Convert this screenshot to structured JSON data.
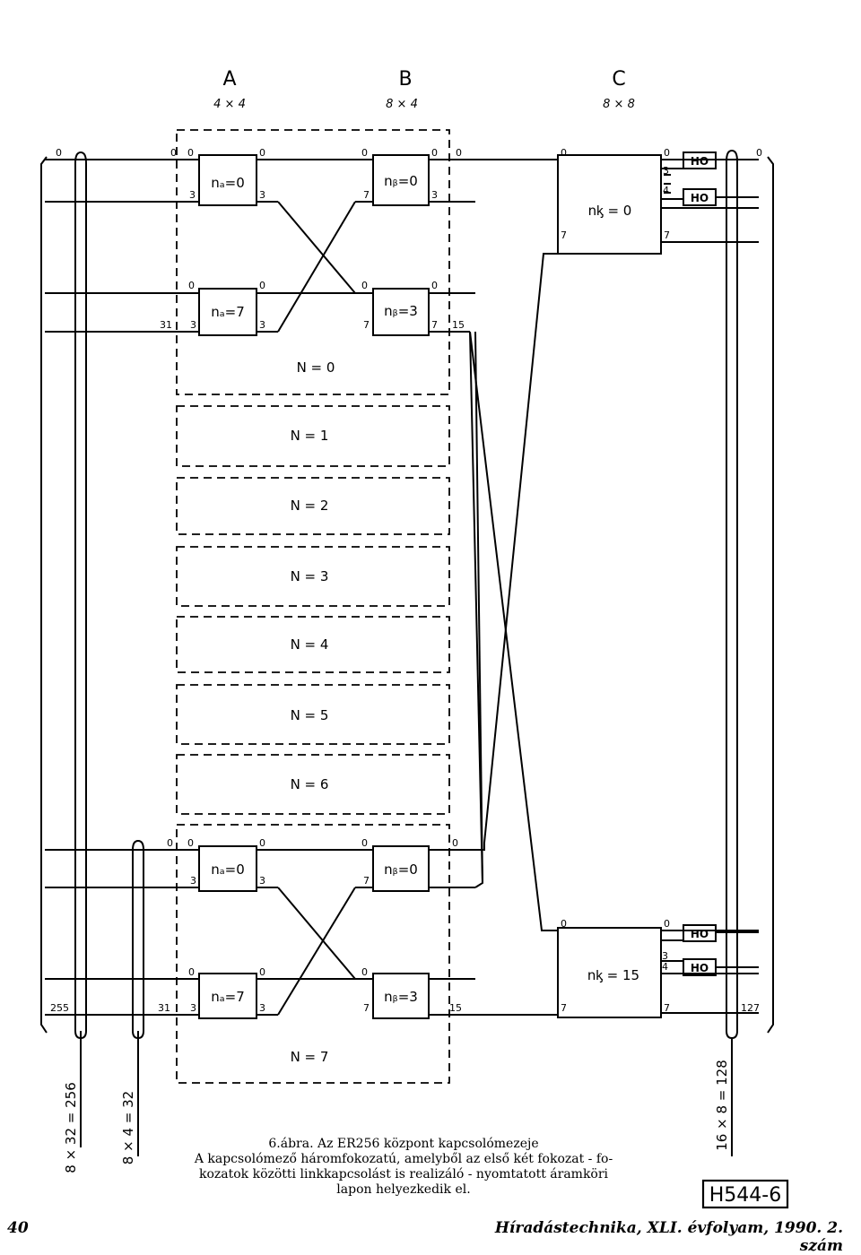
{
  "columns": [
    {
      "letter": "A",
      "dim": "4 × 4"
    },
    {
      "letter": "B",
      "dim": "8 × 4"
    },
    {
      "letter": "C",
      "dim": "8 × 8"
    }
  ],
  "stages": {
    "a_top": "nₐ=0",
    "a_bottom": "nₐ=7",
    "b_top": "nᵦ=0",
    "b_bottom": "nᵦ=3",
    "c_top": "nᶄ = 0",
    "c_bottom": "nᶄ = 15"
  },
  "groups": [
    "N = 0",
    "N = 1",
    "N = 2",
    "N = 3",
    "N = 4",
    "N = 5",
    "N = 6",
    "N = 7"
  ],
  "port_labels": {
    "zero": "0",
    "three": "3",
    "seven": "7",
    "fifteen": "15",
    "thirtyone": "31",
    "left_last": "255",
    "right_last": "127",
    "c_in_3": "3",
    "c_in_4": "4"
  },
  "ho_label": "HO",
  "bus_labels": {
    "left_main": "8 × 32 = 256",
    "left_second": "8 × 4 = 32",
    "right_main": "16 × 8 = 128"
  },
  "caption": {
    "title": "6.ábra. Az ER256 központ kapcsolómezeje",
    "line1": "A kapcsolómező háromfokozatú, amelyből az első két fokozat - fo-",
    "line2": "kozatok közötti linkkapcsolást is realizáló - nyomtatott áramköri",
    "line3": "lapon helyezkedik el."
  },
  "figure_code": "H544-6",
  "page_number": "40",
  "journal": "Híradástechnika, XLI. évfolyam, 1990. 2. szám"
}
